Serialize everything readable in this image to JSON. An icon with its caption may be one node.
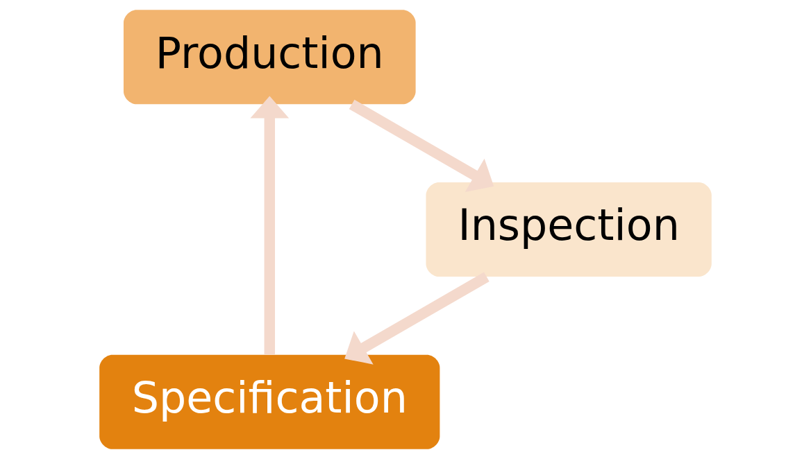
{
  "diagram": {
    "nodes": [
      {
        "text": [
          "Specification"
        ]
      },
      {
        "text": [
          "Production"
        ]
      },
      {
        "text": [
          "Inspection"
        ]
      }
    ],
    "edges": [
      {
        "from": 0,
        "to": 1,
        "arrow": "to"
      },
      {
        "from": 1,
        "to": 2,
        "arrow": "to"
      },
      {
        "from": 2,
        "to": 0,
        "arrow": "to"
      }
    ]
  }
}
